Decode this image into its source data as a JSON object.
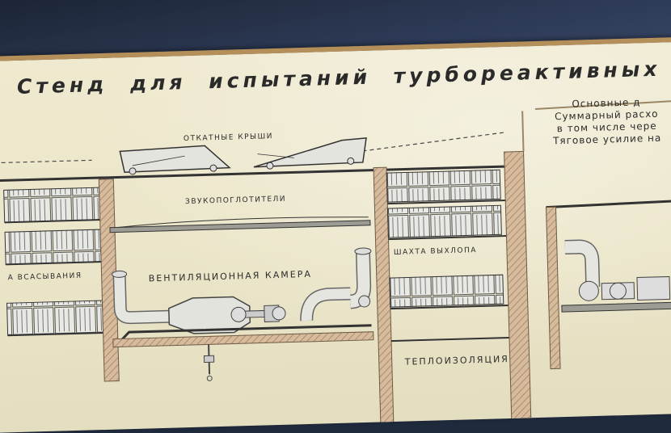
{
  "poster": {
    "title": "Стенд для испытаний турбореактивных двиг",
    "labels": {
      "roofs": "ОТКАТНЫЕ КРЫШИ",
      "absorbers": "ЗВУКОПОГЛОТИТЕЛИ",
      "intake": "А ВСАСЫВАНИЯ",
      "vent_chamber": "ВЕНТИЛЯЦИОННАЯ КАМЕРА",
      "exhaust_shaft": "ШАХТА ВЫХЛОПА",
      "insulation": "ТЕПЛОИЗОЛЯЦИЯ"
    },
    "info_lines": [
      "Основные д",
      "Суммарный расхо",
      "в том числе чере",
      "Тяговое усилие на"
    ]
  },
  "colors": {
    "paper": "#ece7ca",
    "ink": "#2b2b2b",
    "frame": "#b58f5a",
    "wall_hatch": "#c9a98a",
    "pipe": "#dcdcd6",
    "background": "#1f2a3d"
  }
}
